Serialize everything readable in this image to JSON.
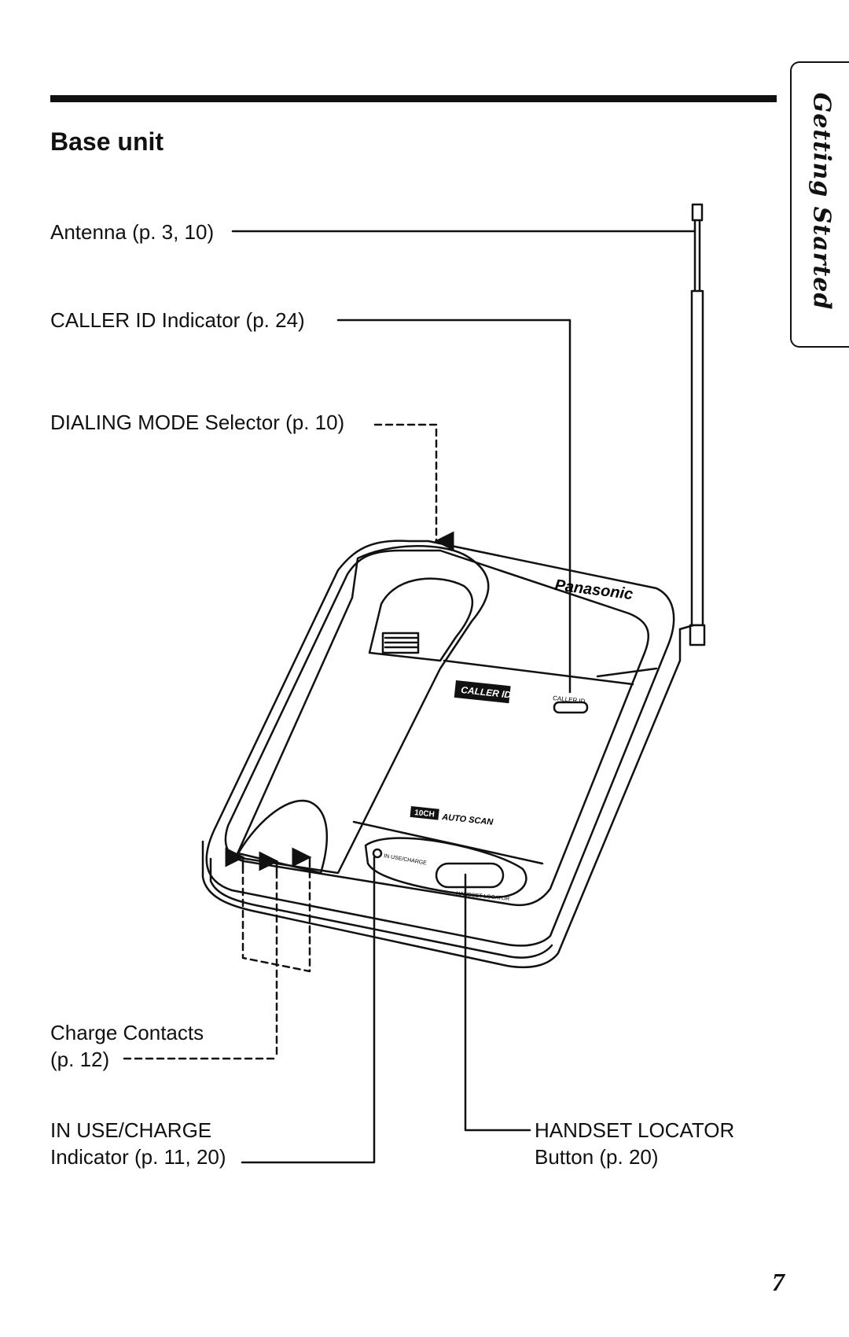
{
  "page": {
    "section_title": "Base unit",
    "side_tab": "Getting Started",
    "page_number": "7"
  },
  "labels": {
    "antenna": "Antenna (p. 3, 10)",
    "caller_id_indicator": "CALLER ID Indicator (p. 24)",
    "dialing_mode_selector": "DIALING MODE Selector (p. 10)",
    "charge_contacts_line1": "Charge Contacts",
    "charge_contacts_line2": "(p. 12)",
    "in_use_charge_line1": "IN USE/CHARGE",
    "in_use_charge_line2": "Indicator (p. 11, 20)",
    "handset_locator_line1": "HANDSET LOCATOR",
    "handset_locator_line2": "Button (p. 20)"
  },
  "device_markings": {
    "brand": "Panasonic",
    "caller_id_badge": "CALLER ID",
    "caller_id_small": "CALLER ID",
    "channels": "10CH",
    "auto_scan": "AUTO SCAN",
    "in_use_charge": "IN USE/CHARGE",
    "handset_locator": "HANDSET LOCATOR"
  }
}
